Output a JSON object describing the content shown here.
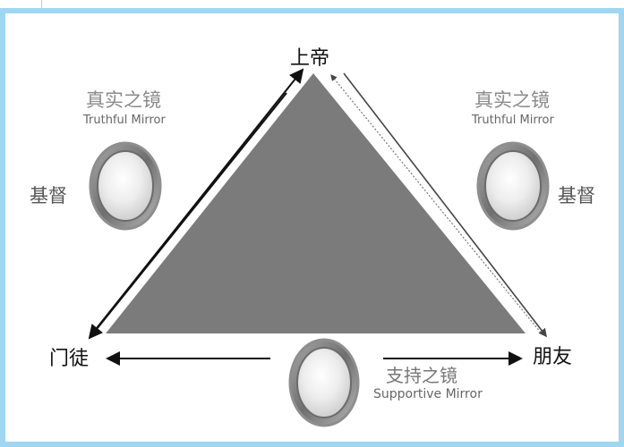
{
  "nodes": {
    "top": "上帝",
    "left": "门徒",
    "right": "朋友"
  },
  "mirrors": {
    "left": {
      "cn": "真实之镜",
      "en": "Truthful Mirror",
      "side_label": "基督"
    },
    "right": {
      "cn": "真实之镜",
      "en": "Truthful Mirror",
      "side_label": "基督"
    },
    "bottom": {
      "cn": "支持之镜",
      "en": "Supportive Mirror"
    }
  },
  "colors": {
    "frame": "#9fd7f2",
    "triangle": "#7b7b7b",
    "arrow": "#111111",
    "mirror_frame": "#8e8e8e"
  }
}
